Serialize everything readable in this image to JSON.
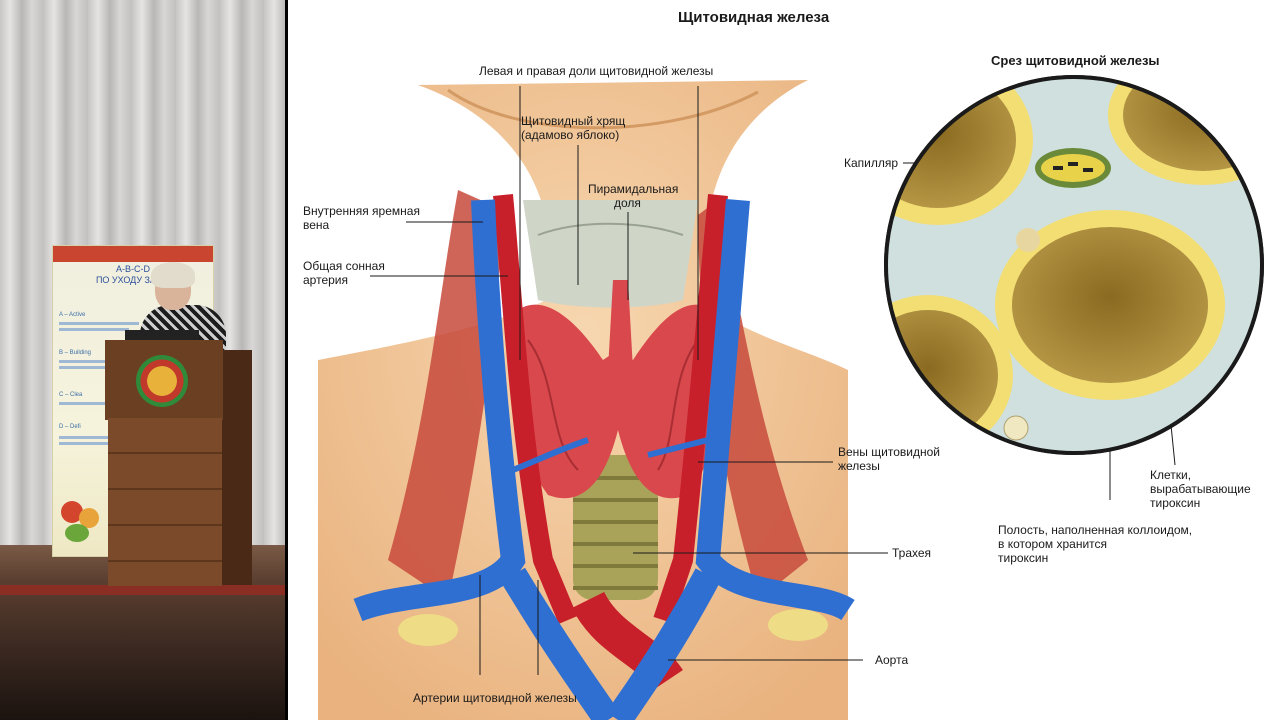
{
  "slide": {
    "title": "Щитовидная железа",
    "inset_title": "Срез щитовидной железы",
    "labels": {
      "lobes_line1": "Левая и правая доли щитовидной железы",
      "cartilage_line1": "Щитовидный хрящ",
      "cartilage_line2": "(адамово яблоко)",
      "pyramidal_line1": "Пирамидальная",
      "pyramidal_line2": "доля",
      "jugular_line1": "Внутренняя яремная",
      "jugular_line2": "вена",
      "carotid_line1": "Общая сонная",
      "carotid_line2": "артерия",
      "veins_line1": "Вены щитовидной",
      "veins_line2": "железы",
      "trachea": "Трахея",
      "aorta": "Аорта",
      "arteries": "Артерии щитовидной железы",
      "capillary": "Капилляр",
      "cells_line1": "Клетки,",
      "cells_line2": "вырабатывающие",
      "cells_line3": "тироксин",
      "cavity_line1": "Полость, наполненная коллоидом,",
      "cavity_line2": "в котором хранится",
      "cavity_line3": "тироксин"
    }
  },
  "stage": {
    "banner_title_line1": "A-B-C-D",
    "banner_title_line2": "ПО УХОДУ ЗА ЗД",
    "banner_items": [
      "A – Active",
      "B – Building",
      "C – Clea",
      "D – Defi"
    ]
  },
  "colors": {
    "skin": "#f2c79a",
    "vein": "#2f6fd1",
    "artery": "#c8202a",
    "thyroid": "#d9484c",
    "trachea": "#a9a35a",
    "colloid": "#9a7a2a",
    "cell_ring": "#f3de74",
    "inset_bg": "#cfe0df"
  }
}
